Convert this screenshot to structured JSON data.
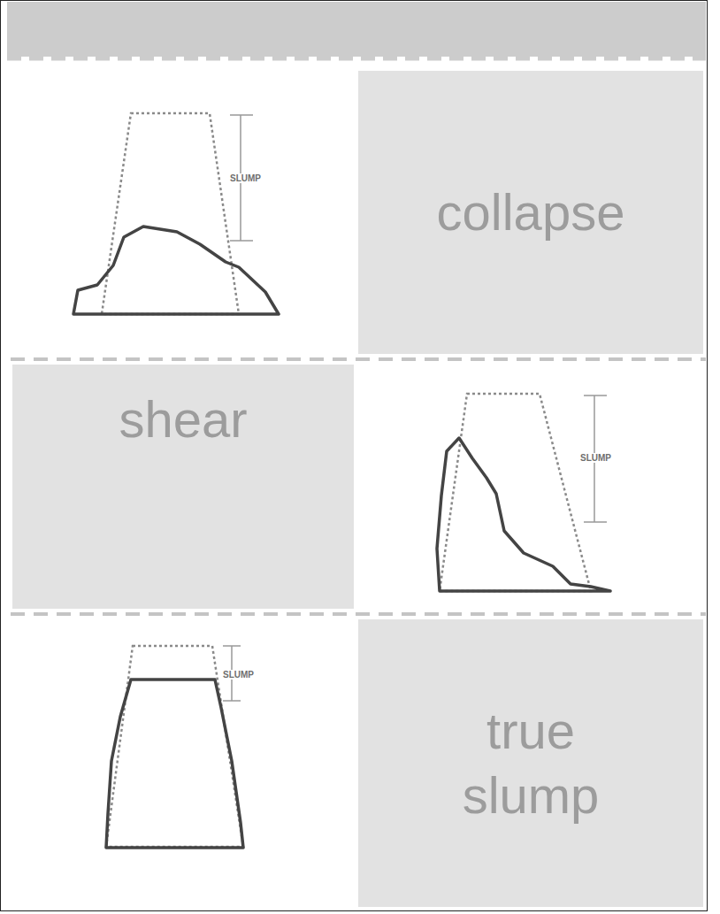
{
  "diagram": {
    "nodes": [
      {
        "text": [
          "collapse"
        ]
      },
      {
        "text": [
          "shear"
        ]
      },
      {
        "text": [
          "true slump"
        ]
      }
    ],
    "labels": [
      "SLUMP",
      "SLUMP",
      "SLUMP"
    ]
  }
}
